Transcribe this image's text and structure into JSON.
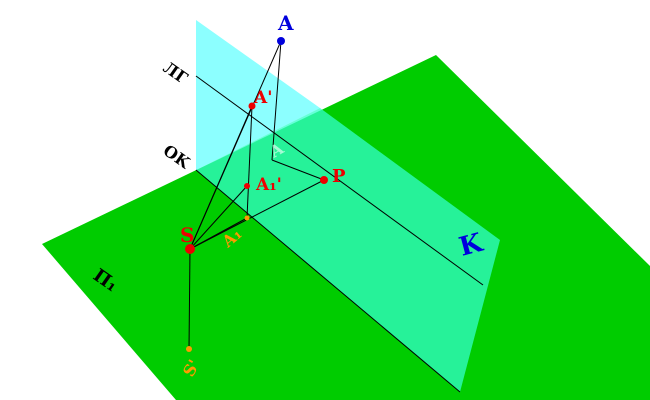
{
  "labels": {
    "A": "A",
    "A_prime": "A'",
    "A1": "A",
    "A1_prime": "A₁'",
    "A1_ground": "A₁",
    "S": "S",
    "S_prime": "S'",
    "P": "P",
    "K": "K",
    "PG": "ЛГ",
    "OK": "OK",
    "Pi1": "Π₁"
  },
  "colors": {
    "ground": "#00cc00",
    "picture_plane": "#33ffcc",
    "picture_plane_upper": "#66ffff",
    "edge": "#000000",
    "point_red": "#ee0000",
    "point_blue": "#0000dd",
    "point_orange": "#ff9900"
  }
}
